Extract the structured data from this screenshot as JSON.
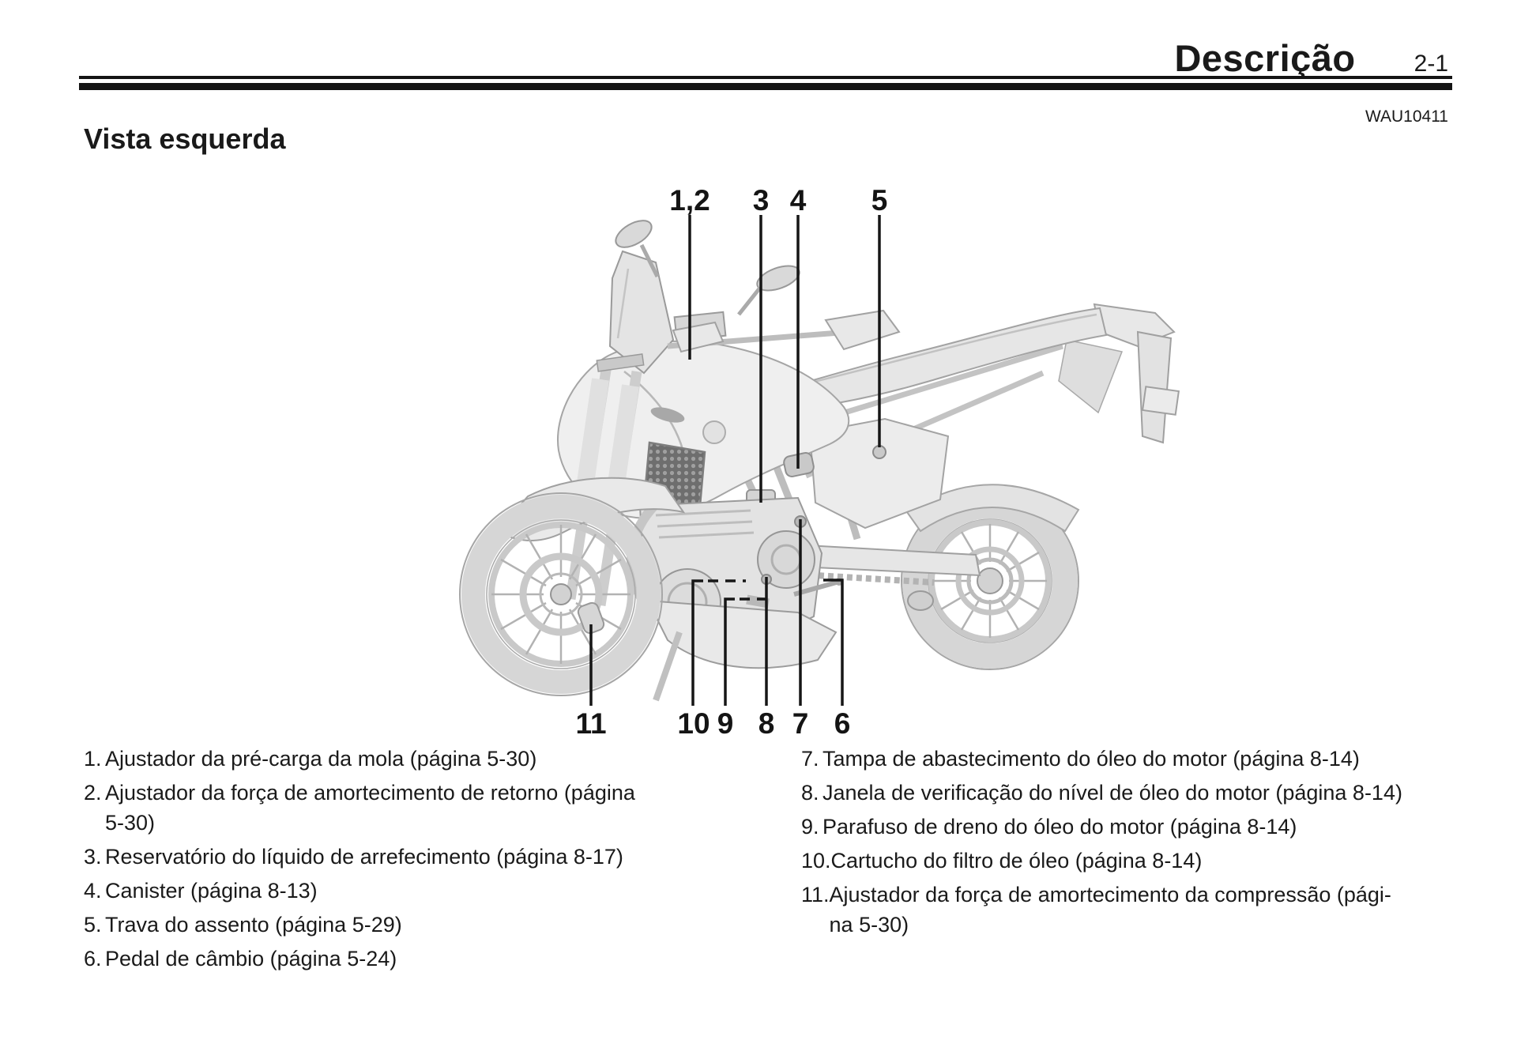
{
  "page": {
    "chapter_title": "Descrição",
    "page_number": "2-1",
    "reference_code": "WAU10411",
    "section_title": "Vista esquerda",
    "ink_color": "#1a1a1a",
    "paper_color": "#ffffff"
  },
  "figure": {
    "callouts_top": [
      {
        "label": "1,2"
      },
      {
        "label": "3"
      },
      {
        "label": "4"
      },
      {
        "label": "5"
      }
    ],
    "callouts_bottom": [
      {
        "label": "11"
      },
      {
        "label": "10"
      },
      {
        "label": "9"
      },
      {
        "label": "8"
      },
      {
        "label": "7"
      },
      {
        "label": "6"
      }
    ]
  },
  "legend": {
    "left": [
      {
        "num": "1.",
        "text": "Ajustador da pré-carga da mola (página 5-30)"
      },
      {
        "num": "2.",
        "text": "Ajustador da força de amortecimento de retorno (página\n5-30)"
      },
      {
        "num": "3.",
        "text": "Reservatório do líquido de arrefecimento (página 8-17)"
      },
      {
        "num": "4.",
        "text": "Canister (página 8-13)"
      },
      {
        "num": "5.",
        "text": "Trava do assento (página 5-29)"
      },
      {
        "num": "6.",
        "text": "Pedal de câmbio (página 5-24)"
      }
    ],
    "right": [
      {
        "num": "7.",
        "text": "Tampa de abastecimento do óleo do motor (página 8-14)"
      },
      {
        "num": "8.",
        "text": "Janela de verificação do nível de óleo do motor (página 8-14)"
      },
      {
        "num": "9.",
        "text": "Parafuso de dreno do óleo do motor (página 8-14)"
      },
      {
        "num": "10.",
        "text": "Cartucho do filtro de óleo (página 8-14)"
      },
      {
        "num": "11.",
        "text": "Ajustador da força de amortecimento da compressão (pági-\nna 5-30)"
      }
    ]
  }
}
